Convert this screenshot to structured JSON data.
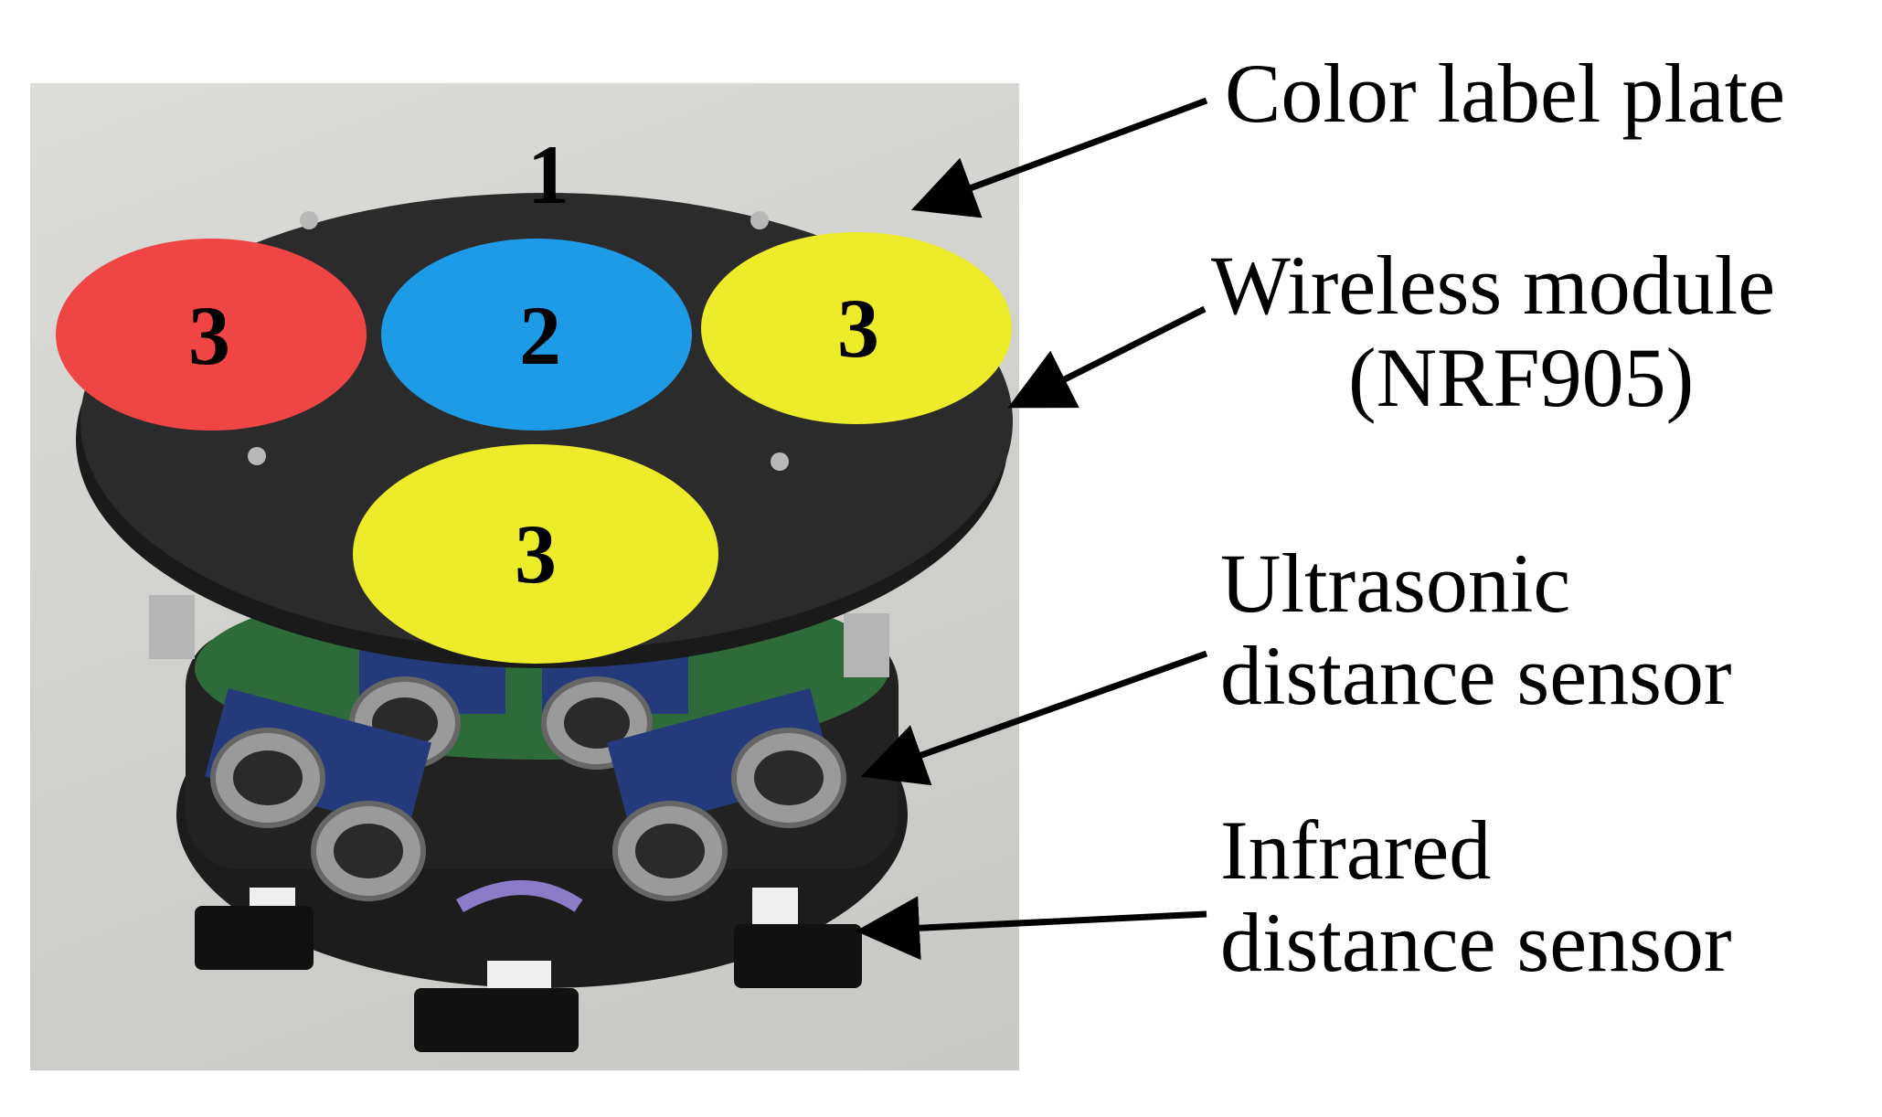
{
  "figure": {
    "plate_numbers": {
      "top": "1",
      "left_red": "3",
      "center_blue": "2",
      "right_yellow": "3",
      "bottom_yellow": "3"
    },
    "labels": {
      "color_label_plate": "Color label plate",
      "wireless_module_line1": "Wireless module",
      "wireless_module_line2": "(NRF905)",
      "ultrasonic_line1": "Ultrasonic",
      "ultrasonic_line2": "distance sensor",
      "infrared_line1": "Infrared",
      "infrared_line2": "distance sensor"
    },
    "colors": {
      "plate": "#2b2b2b",
      "red": "#f04545",
      "blue": "#1e9be6",
      "yellow": "#ecec2a",
      "board": "#2e6b3a"
    }
  }
}
